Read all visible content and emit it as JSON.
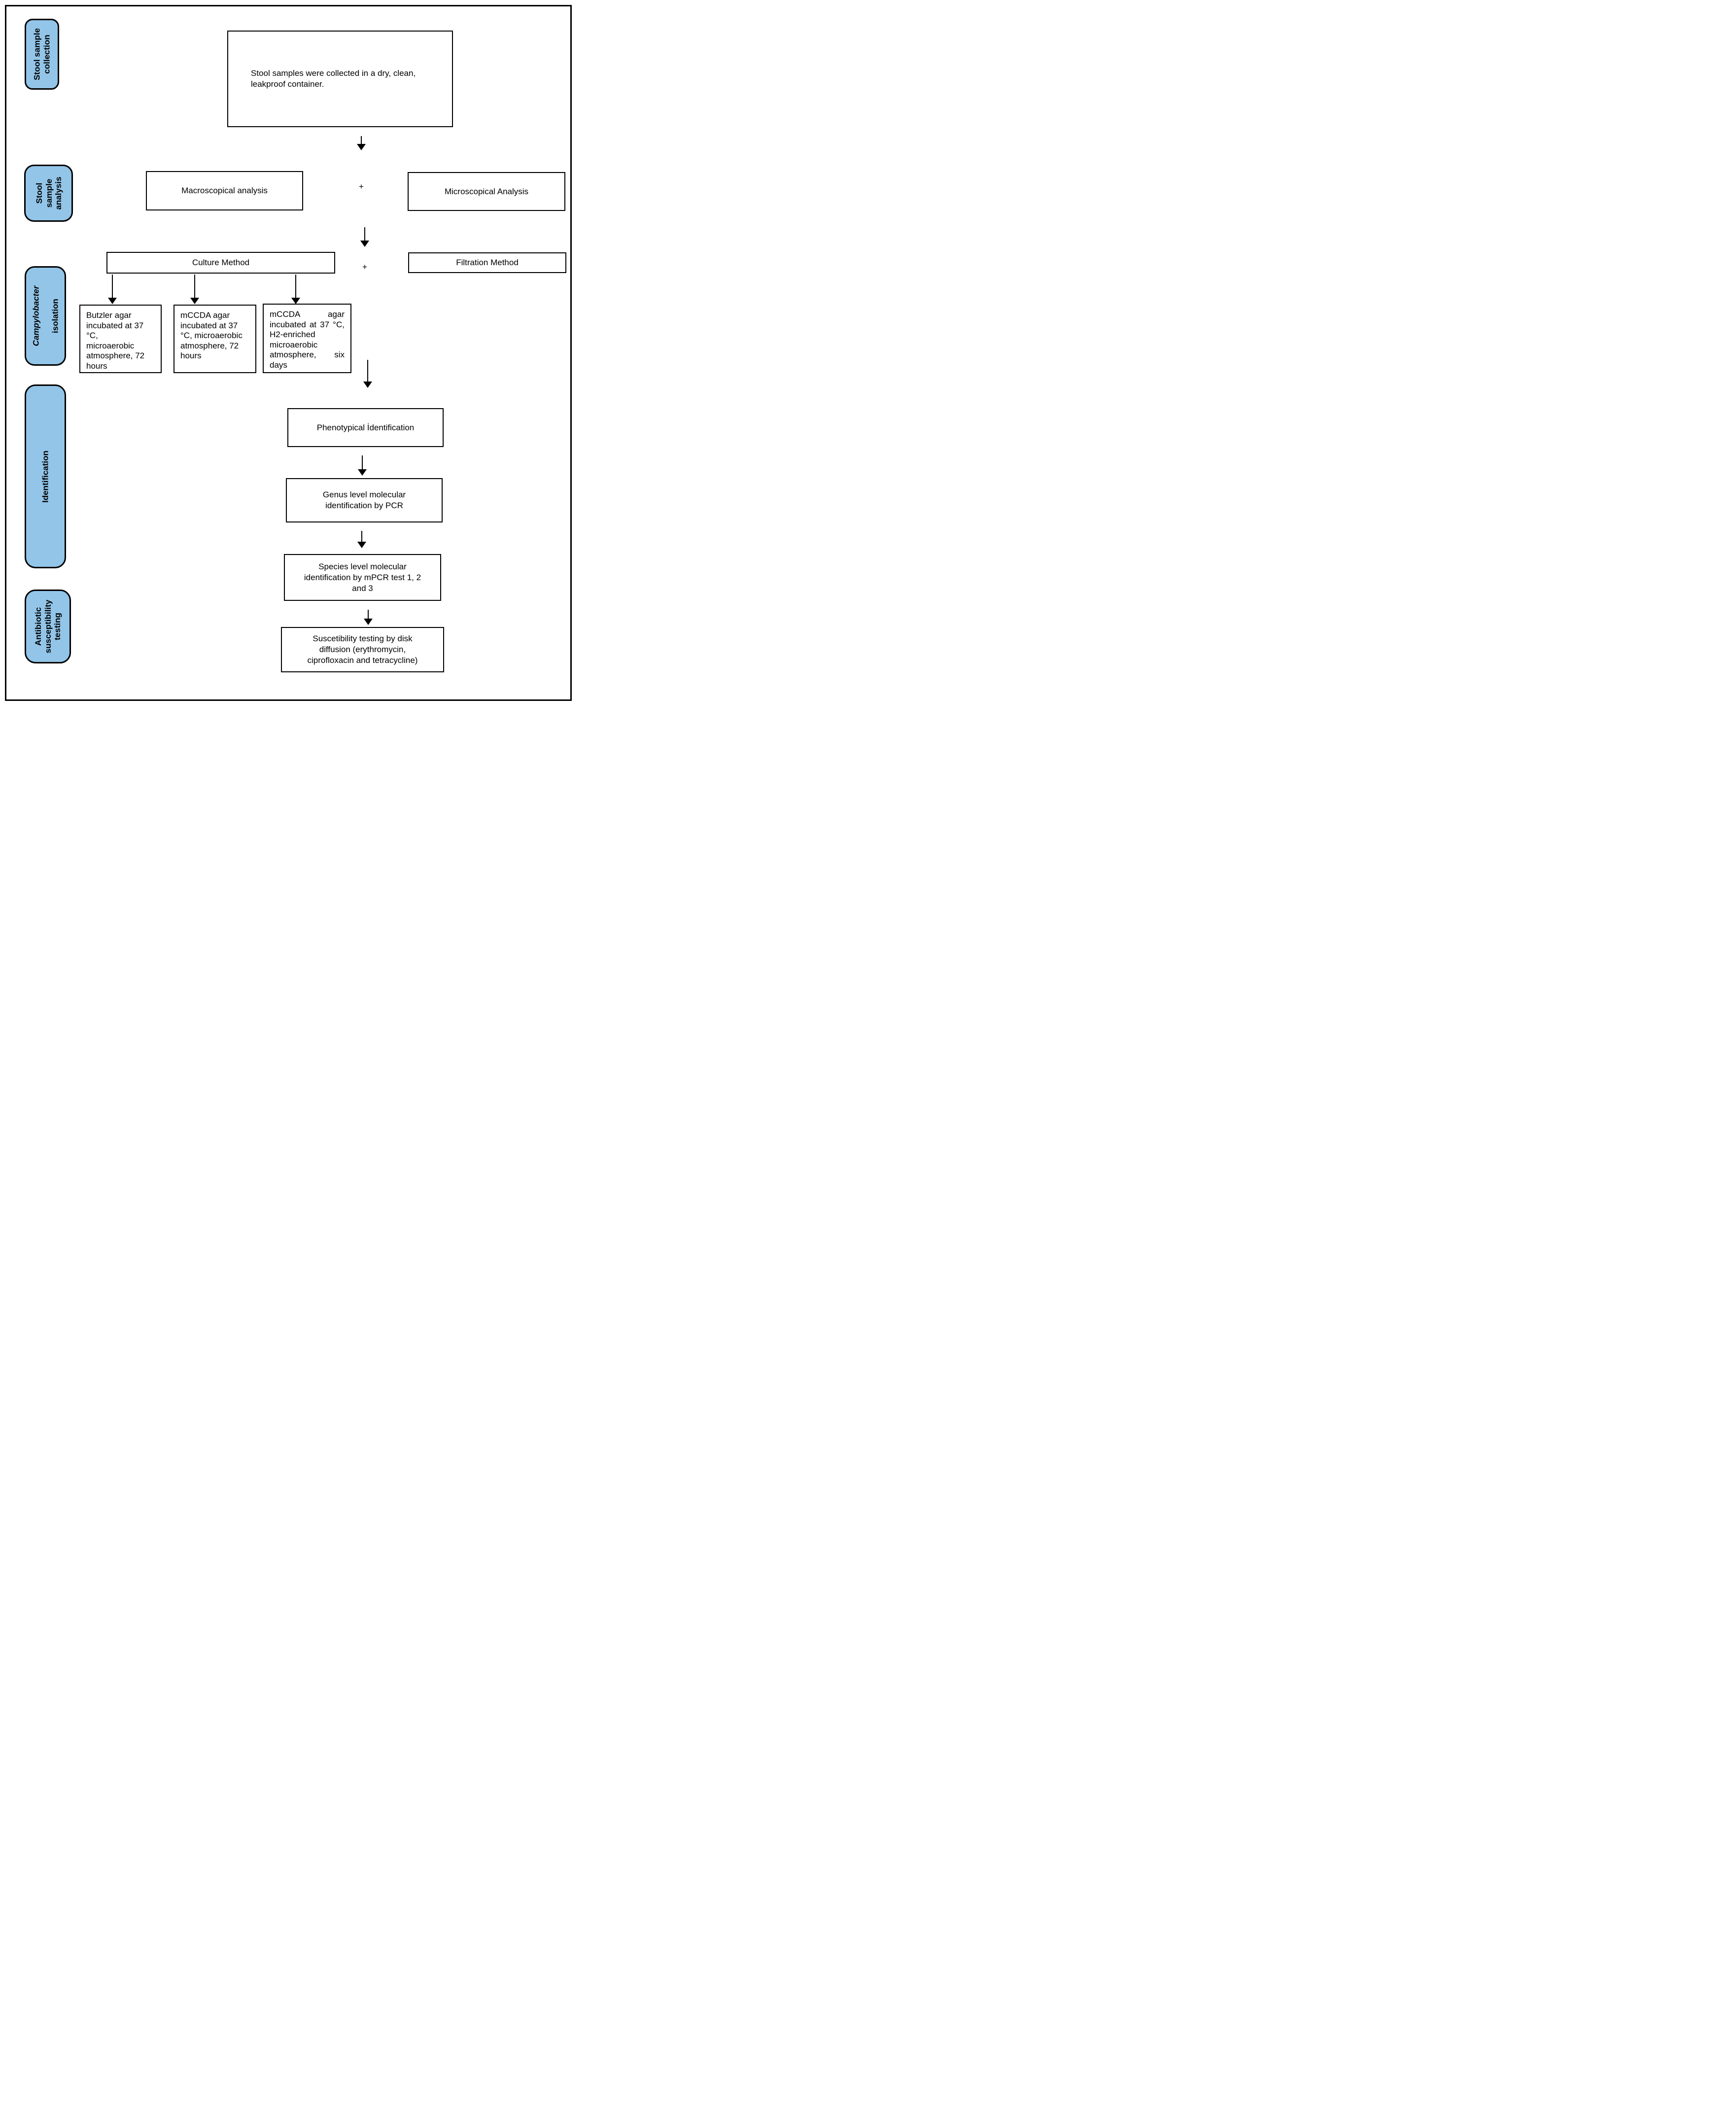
{
  "stages": {
    "collection": {
      "label": "Stool sample\ncollection"
    },
    "analysis": {
      "label": "Stool\nsample\nanalysis"
    },
    "isolation": {
      "label_italic": "Campylobacter",
      "label_rest": "isolation"
    },
    "identification": {
      "label": "Identification"
    },
    "antibiotic": {
      "label": "Antibiotic\nsusceptibility\ntesting"
    }
  },
  "boxes": {
    "collection_note": "Stool samples were collected in a dry, clean,\nleakproof container.",
    "macroscopical": "Macroscopical analysis",
    "microscopical": "Microscopical Analysis",
    "culture": "Culture Method",
    "filtration": "Filtration Method",
    "butzler": "Butzler agar\nincubated at 37\n°C,\nmicroaerobic\natmosphere, 72\nhours",
    "mccda_72h": "mCCDA agar\nincubated at 37\n°C, microaerobic\natmosphere, 72\nhours",
    "mccda_h2": "mCCDA agar incubated at 37 °C, H2-enriched microaerobic atmosphere, six days",
    "phenotypical": "Phenotypical İdentification",
    "genus_pcr": "Genus level molecular\nidentification by PCR",
    "species_mpcr": "Species level molecular\nidentification by mPCR test 1, 2\nand 3",
    "disk_diffusion": "Suscetibility testing by disk\ndiffusion (erythromycin,\nciprofloxacin and tetracycline)"
  },
  "operators": {
    "plus_1": "+",
    "plus_2": "+"
  },
  "colors": {
    "stage_fill": "#92c5e8",
    "line": "#000000",
    "background": "#ffffff"
  }
}
